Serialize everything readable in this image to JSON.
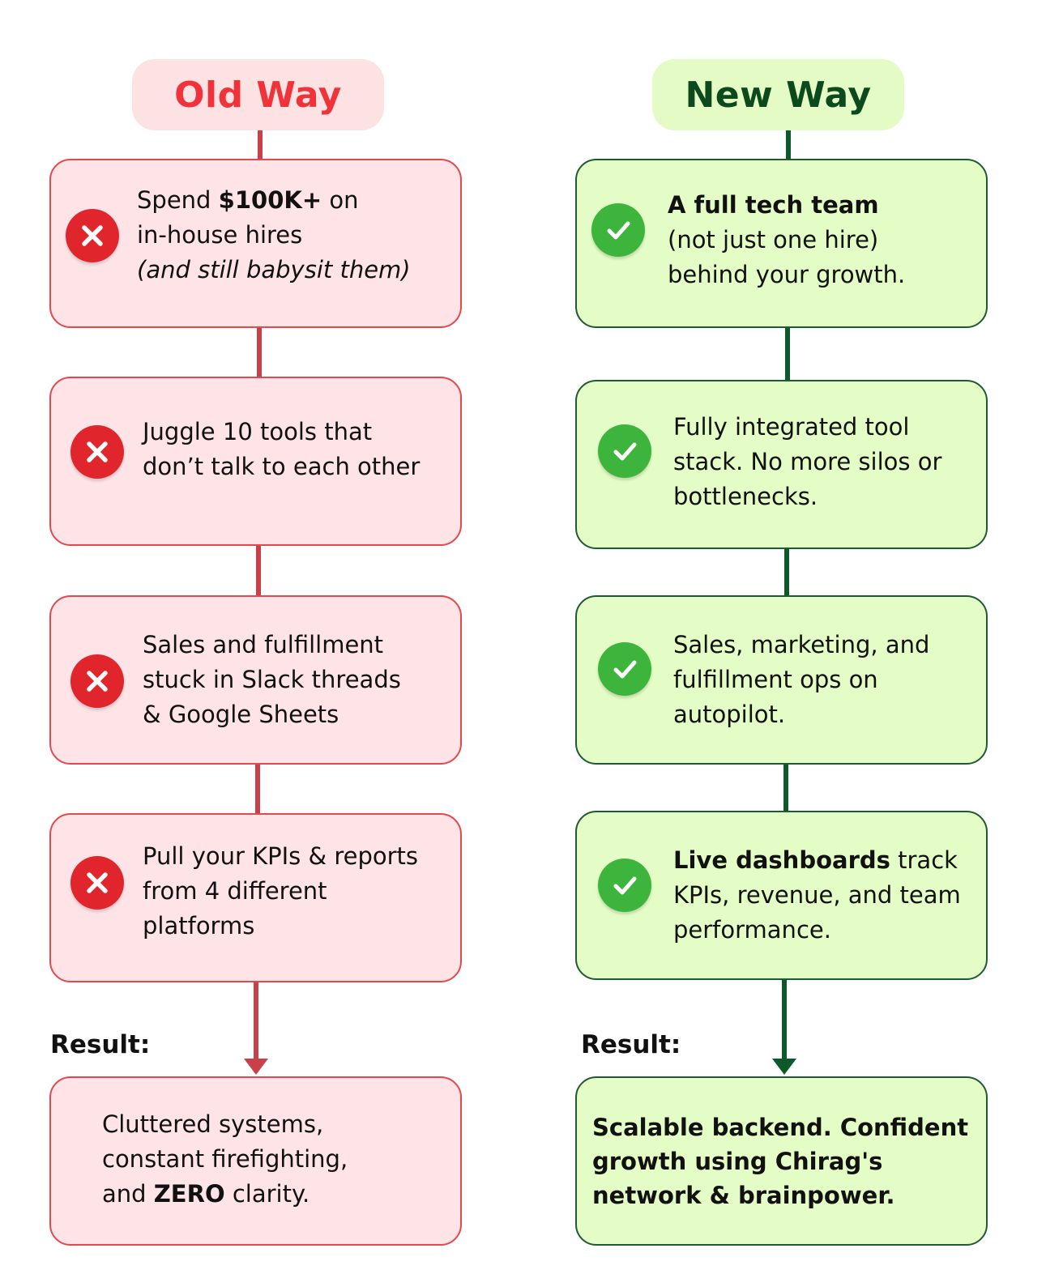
{
  "old_way": {
    "title": "Old Way",
    "items": [
      {
        "pre": "Spend ",
        "bold": "$100K+",
        "post": " on",
        "line2": "in-house hires",
        "italic": "(and still babysit them)"
      },
      {
        "line1": "Juggle 10 tools that",
        "line2": "don’t talk to each other"
      },
      {
        "line1": "Sales and fulfillment",
        "line2": "stuck in Slack threads",
        "line3": "& Google Sheets"
      },
      {
        "line1": "Pull your KPIs & reports",
        "line2": "from 4 different",
        "line3": "platforms"
      }
    ],
    "result_label": "Result:",
    "result": {
      "line1": "Cluttered systems,",
      "line2": "constant firefighting,",
      "pre3": "and ",
      "bold3": "ZERO",
      "post3": " clarity."
    }
  },
  "new_way": {
    "title": "New Way",
    "items": [
      {
        "bold": "A full tech team",
        "line2": "(not just one hire)",
        "line3": "behind your growth."
      },
      {
        "line1": "Fully integrated tool",
        "line2": "stack. No more silos or",
        "line3": "bottlenecks."
      },
      {
        "line1": "Sales, marketing, and",
        "line2": "fulfillment ops on",
        "line3": "autopilot."
      },
      {
        "bold": "Live dashboards",
        "post": " track",
        "line2": "KPIs, revenue, and team",
        "line3": "performance."
      }
    ],
    "result_label": "Result:",
    "result": {
      "line1": "Scalable backend. Confident",
      "line2": "growth using Chirag's",
      "line3": "network & brainpower."
    }
  },
  "colors": {
    "old_accent": "#f0333a",
    "old_bg": "#fee4e6",
    "new_accent": "#0c4a1e",
    "new_bg": "#e4fcc5",
    "check_green": "#3db43c",
    "x_red": "#e0262c"
  },
  "icons": {
    "old": "x-circle-icon",
    "new": "check-circle-icon"
  }
}
